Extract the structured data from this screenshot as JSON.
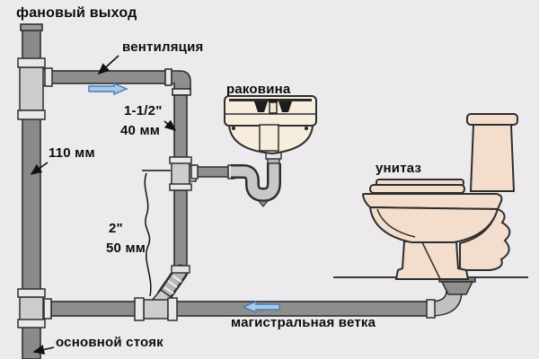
{
  "labels": {
    "fan_outlet": "фановый выход",
    "ventilation": "вентиляция",
    "sink": "раковина",
    "sink_pipe_size_inch": "1-1/2\"",
    "sink_pipe_size_mm": "40 мм",
    "stack_size_mm": "110 мм",
    "branch_pipe_size_inch": "2\"",
    "branch_pipe_size_mm": "50 мм",
    "toilet": "унитаз",
    "main_branch": "магистральная ветка",
    "main_riser": "основной стояк"
  },
  "flow_arrows": [
    {
      "name": "vent-flow-arrow",
      "direction": "right"
    },
    {
      "name": "main-branch-flow-arrow",
      "direction": "left"
    }
  ],
  "colors": {
    "background": "#eceaed",
    "pipe": "#8e8e8e",
    "fitting": "#cdcdcd",
    "collar": "#e9e9e9",
    "outline": "#2e2e2e",
    "toilet_fill": "#f3ddcd",
    "sink_fill": "#f6eddc",
    "arrow_fill": "#a9c9e8",
    "arrow_stroke": "#4a7ab5",
    "text": "#0d0d0d"
  }
}
